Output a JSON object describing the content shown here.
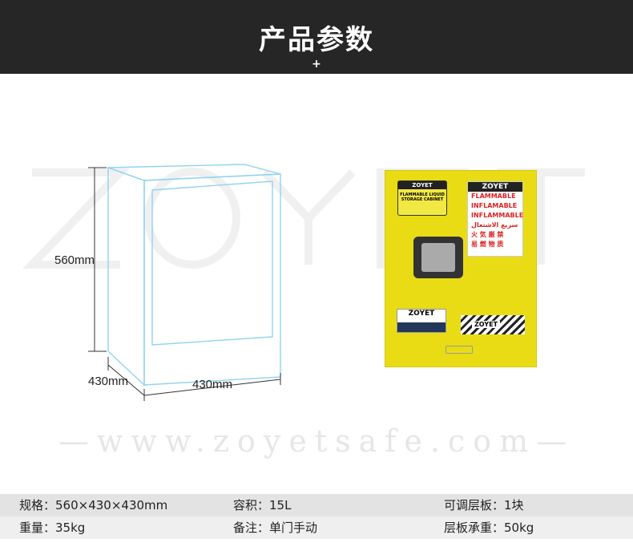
{
  "header": {
    "title": "产品参数",
    "plus": "+"
  },
  "watermark": {
    "logo": "ZOYET",
    "url": "—www.zoyetsafe.com—"
  },
  "diagram": {
    "height_label": "560mm",
    "depth_label": "430mm",
    "width_label": "430mm",
    "line_color": "#8fd3f0"
  },
  "product": {
    "brand": "ZOYET",
    "label": "FLAMMABLE LIQUID STORAGE CABINET",
    "warnings": [
      "FLAMMABLE",
      "INFLAMABLE",
      "INFLAMMABLE",
      "سريع الاشتعال",
      "火 気 厳 禁",
      "易 燃 物 质"
    ],
    "color": "#e9dc14"
  },
  "specs": [
    [
      {
        "text": "规格：560×430×430mm"
      },
      {
        "text": "容积：15L"
      },
      {
        "text": "可调层板：1块"
      }
    ],
    [
      {
        "text": "重量：35kg"
      },
      {
        "text": "备注：单门手动"
      },
      {
        "text": "层板承重：50kg"
      }
    ]
  ]
}
